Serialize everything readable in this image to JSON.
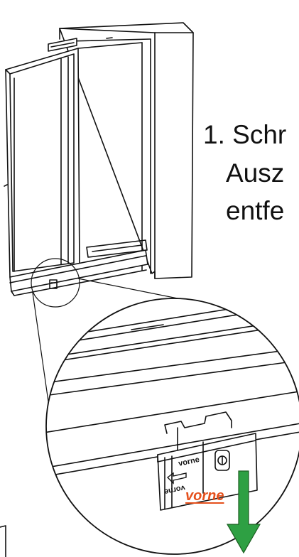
{
  "instruction": {
    "line1": "1. Schr",
    "line2": "Ausz",
    "line3": "entfe"
  },
  "callout": {
    "front_label": "vorne"
  },
  "clip_labels": {
    "top": "vorne",
    "bottom_mirrored": "vorne"
  },
  "colors": {
    "callout_text": "#e5501c",
    "arrow_fill": "#2ea043",
    "arrow_stroke": "#1b5e20",
    "line": "#111111"
  },
  "icons": {
    "arrow": "arrow-down-icon",
    "clip_arrow": "arrow-left-icon"
  }
}
